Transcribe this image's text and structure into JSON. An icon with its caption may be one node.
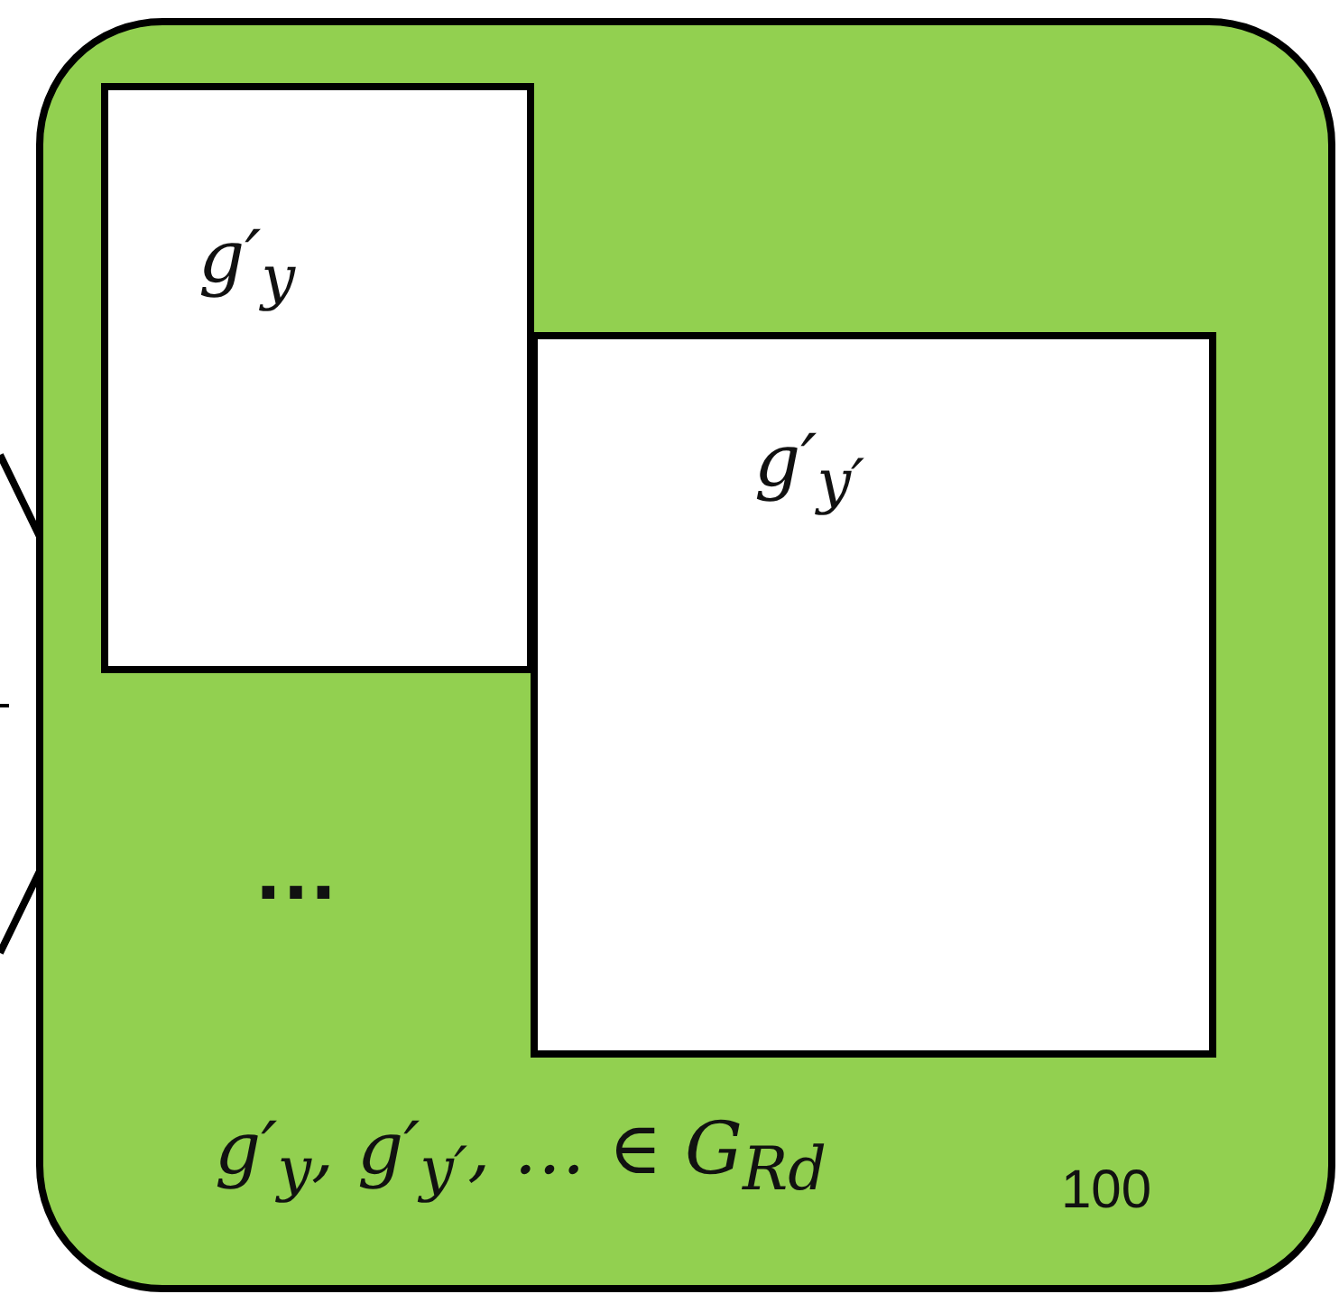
{
  "diagram": {
    "nodes": [
      {
        "text": [
          "g′$_{y}$, g′$_{y′}$, … ∈ G$_{Rd}$"
        ]
      },
      {
        "text": [
          "g′$_{y}$"
        ],
        "in": 0
      },
      {
        "text": [
          "g′$_{y′}$"
        ],
        "in": 0
      }
    ],
    "labels": [
      "…",
      "100"
    ]
  }
}
